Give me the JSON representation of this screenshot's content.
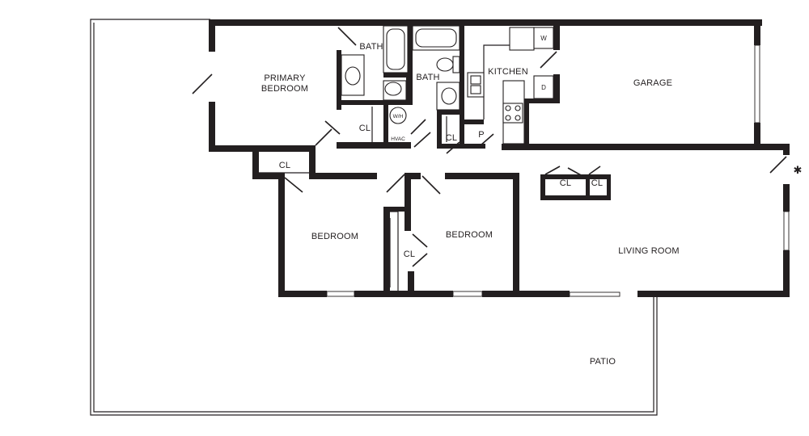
{
  "rooms": {
    "primary_bedroom_1": "PRIMARY",
    "primary_bedroom_2": "BEDROOM",
    "bath_1": "BATH",
    "bath_2": "BATH",
    "kitchen": "KITCHEN",
    "garage": "GARAGE",
    "bedroom_1": "BEDROOM",
    "bedroom_2": "BEDROOM",
    "living_room": "LIVING ROOM",
    "patio": "PATIO"
  },
  "closets": {
    "cl_primary": "CL",
    "cl_hall_left": "CL",
    "cl_bath": "CL",
    "cl_between_bedrooms": "CL",
    "cl_living_1": "CL",
    "cl_living_2": "CL",
    "pantry": "P"
  },
  "fixtures": {
    "water_heater": "W/H",
    "hvac": "HVAC",
    "washer": "W",
    "dryer": "D"
  },
  "symbols": {
    "entry_marker": "✱"
  }
}
